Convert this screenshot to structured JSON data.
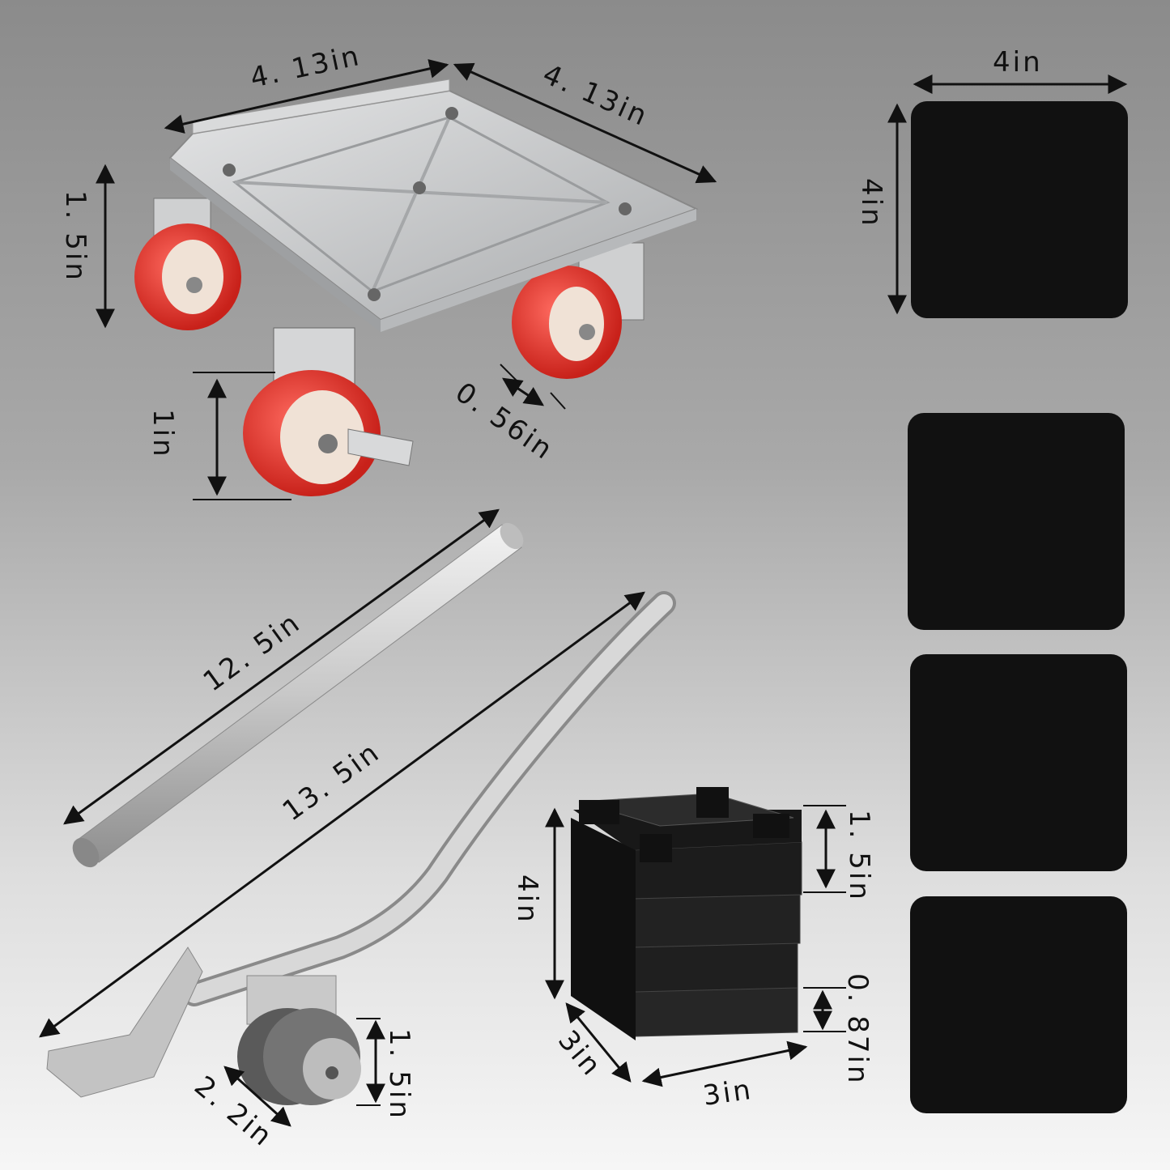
{
  "dimensions": {
    "dolly_width": "4. 13in",
    "dolly_depth": "4. 13in",
    "dolly_height": "1. 5in",
    "caster_height": "1in",
    "caster_width": "0. 56in",
    "pad_width": "4in",
    "pad_height": "4in",
    "bar_short": "12. 5in",
    "bar_long": "13. 5in",
    "lever_wheel_height": "1. 5in",
    "lever_wheel_width": "2. 2in",
    "riser_stack_height": "4in",
    "riser_top_height": "1. 5in",
    "riser_layer_height": "0. 87in",
    "riser_depth": "3in",
    "riser_width": "3in"
  },
  "colors": {
    "wheel": "#e8352c",
    "pad": "#111111",
    "metal": "#c9cacb",
    "riser": "#1c1c1c"
  }
}
